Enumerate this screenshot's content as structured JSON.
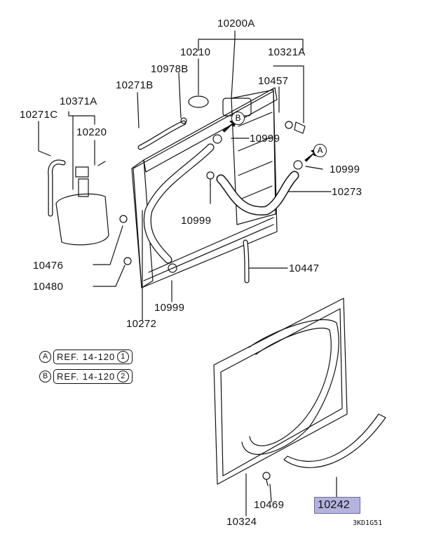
{
  "labels": {
    "p10200A": "10200A",
    "p10210": "10210",
    "p10321A": "10321A",
    "p10978B": "10978B",
    "p10271B": "10271B",
    "p10457": "10457",
    "p10371A": "10371A",
    "p10271C": "10271C",
    "p10220": "10220",
    "p10999_a": "10999",
    "p10999_b": "10999",
    "p10273": "10273",
    "p10999_c": "10999",
    "p10476": "10476",
    "p10447": "10447",
    "p10480": "10480",
    "p10999_d": "10999",
    "p10272": "10272",
    "p10469": "10469",
    "p10242": "10242",
    "p10324": "10324"
  },
  "refs": [
    {
      "letter": "A",
      "text": "REF. 14-120",
      "num": "1"
    },
    {
      "letter": "B",
      "text": "REF. 14-120",
      "num": "2"
    }
  ],
  "flags": {
    "a": "A",
    "b": "B"
  },
  "diagram_code": "3KD1G51",
  "highlight_color": "#b3b3dd"
}
